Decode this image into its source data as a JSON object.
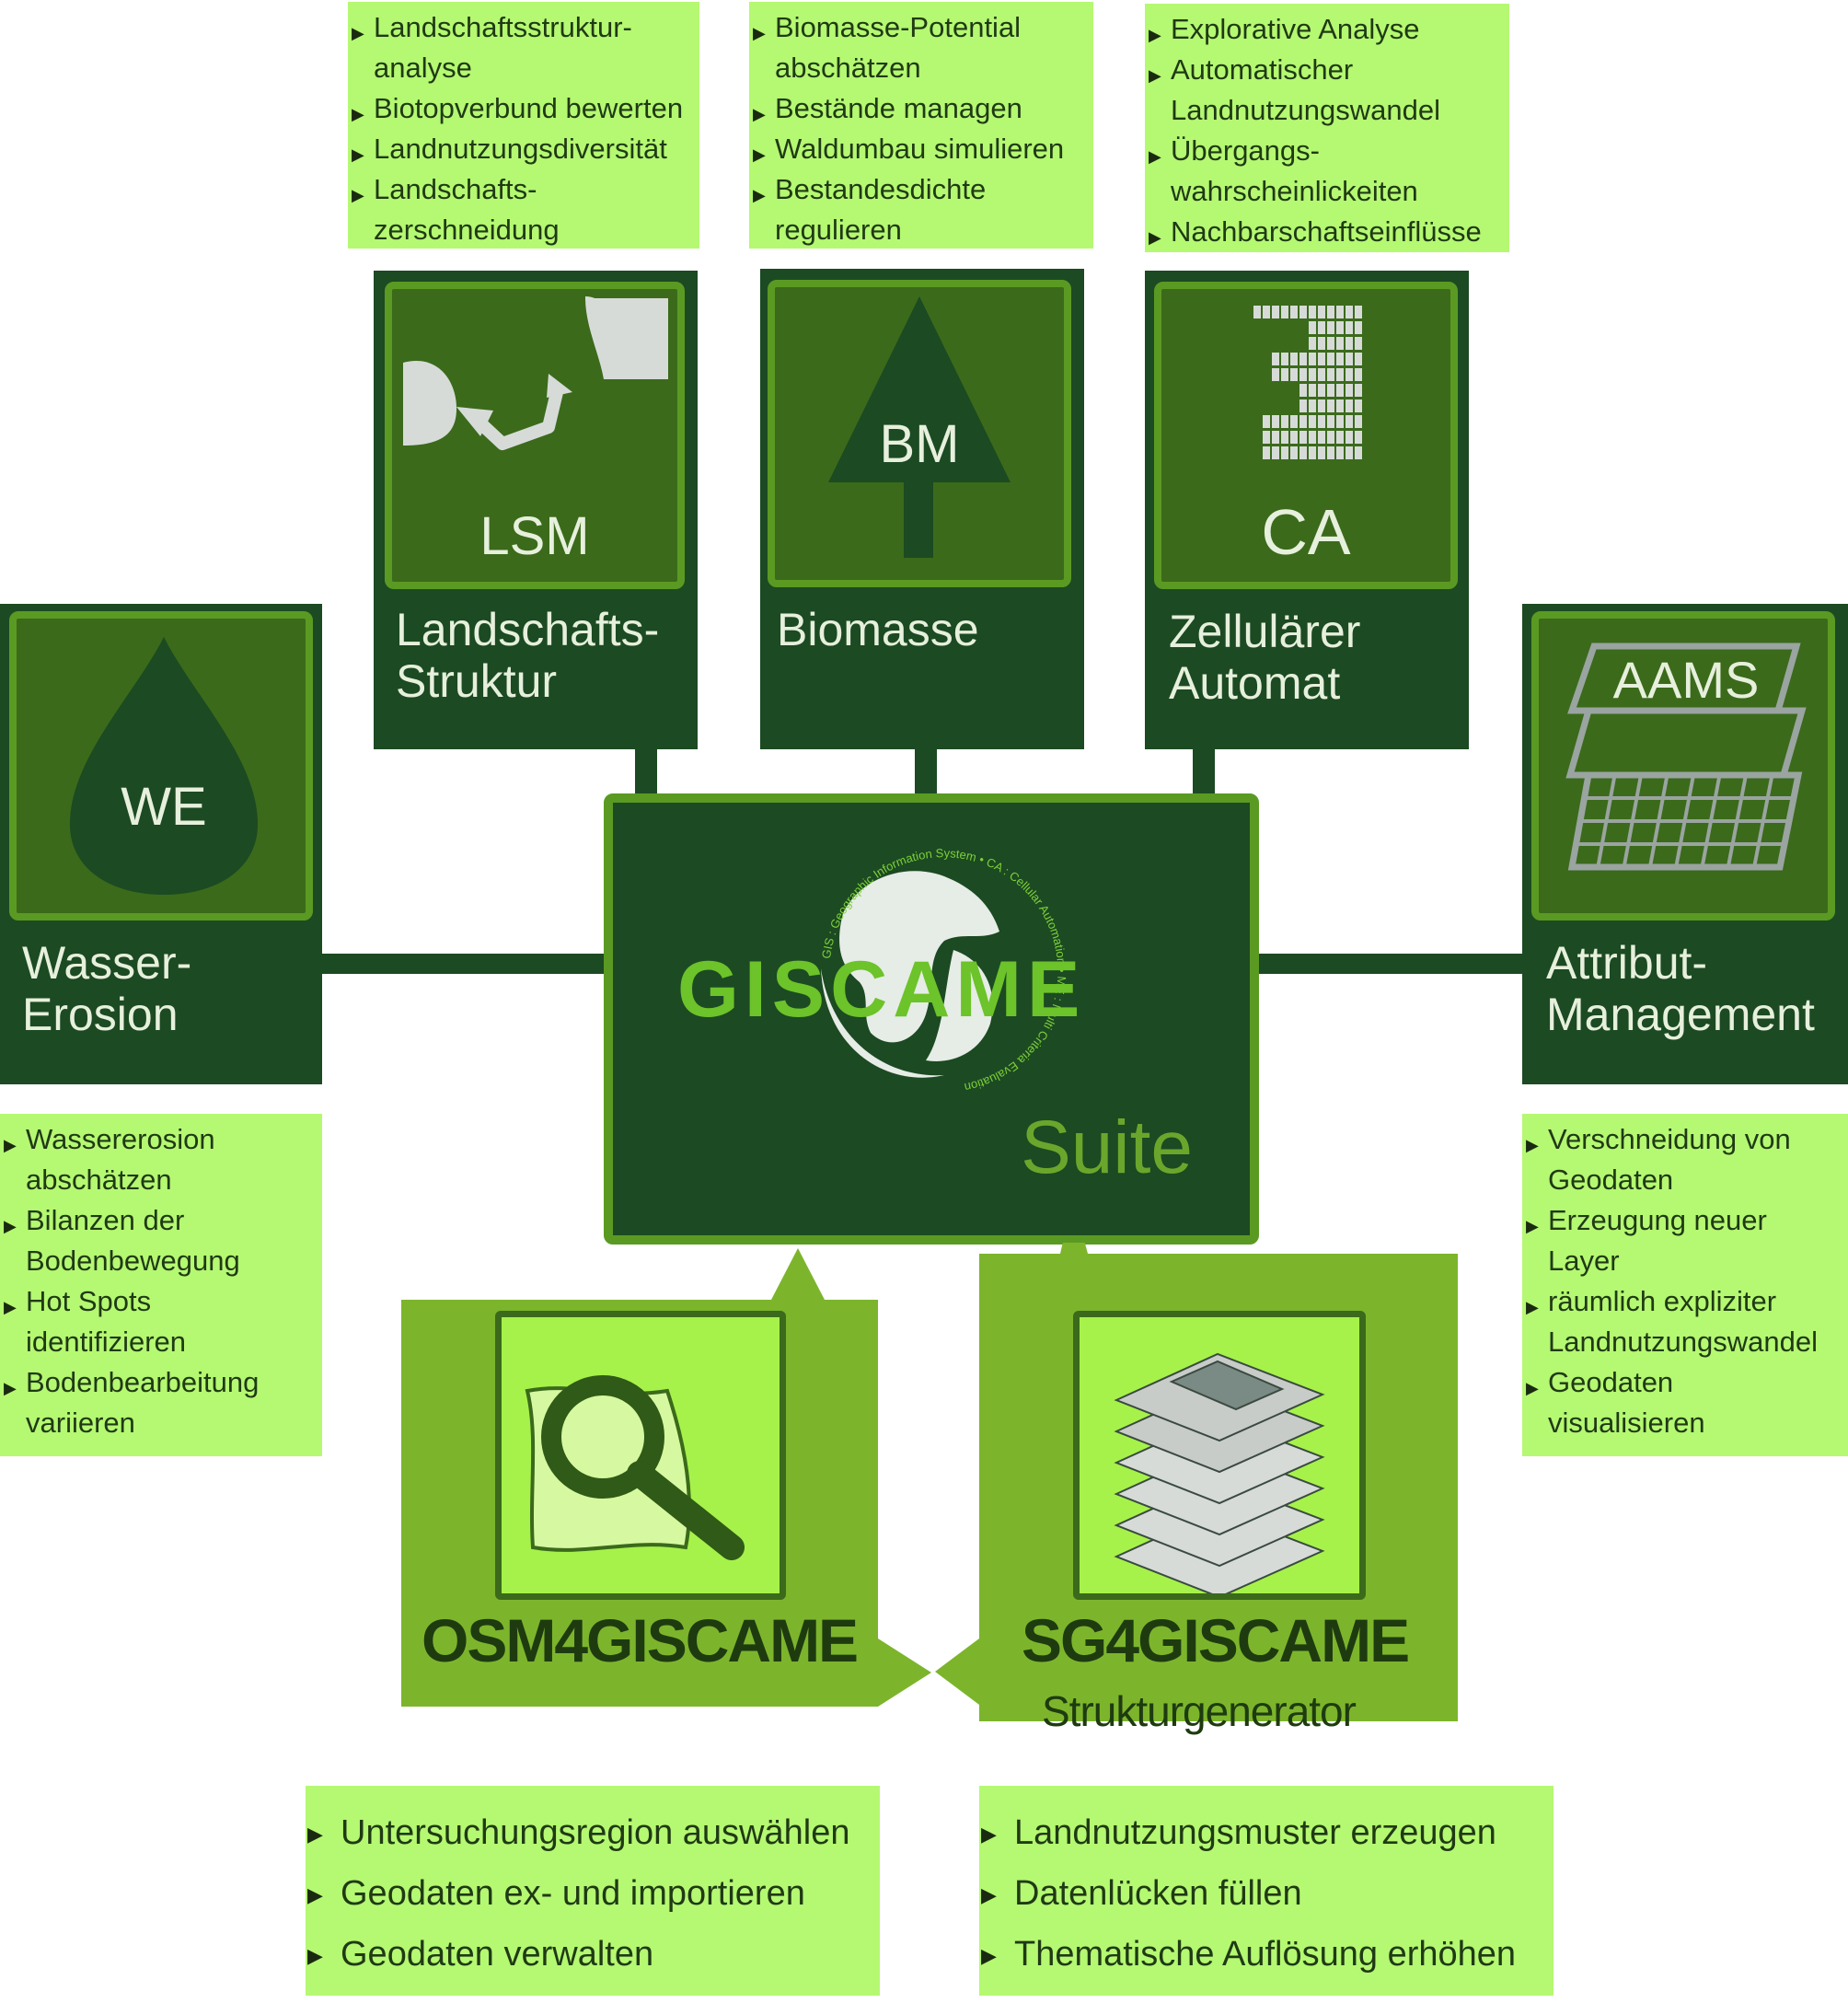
{
  "center": {
    "logo_text": "GISCAME",
    "suite_text": "Suite",
    "ring_text": "GIS : Geographic Information System • CA : Cellular Automation • ME : Multi Criteria Evaluation"
  },
  "modules": {
    "we": {
      "icon_label": "WE",
      "title_line1": "Wasser-",
      "title_line2": "Erosion",
      "features": [
        "Wassererosion",
        "abschätzen",
        "Bilanzen der",
        "Bodenbewegung",
        "Hot Spots",
        "identifizieren",
        "Bodenbearbeitung",
        "variieren"
      ]
    },
    "lsm": {
      "icon_label": "LSM",
      "title_line1": "Landschafts-",
      "title_line2": "Struktur",
      "features": [
        "Landschaftsstruktur-",
        "analyse",
        "Biotopverbund bewerten",
        "Landnutzungsdiversität",
        "Landschafts-",
        "zerschneidung"
      ]
    },
    "bm": {
      "icon_label": "BM",
      "title_line1": "Biomasse",
      "title_line2": "",
      "features": [
        "Biomasse-Potential",
        "abschätzen",
        "Bestände managen",
        "Waldumbau simulieren",
        "Bestandesdichte",
        "regulieren"
      ]
    },
    "ca": {
      "icon_label": "CA",
      "title_line1": "Zellulärer",
      "title_line2": "Automat",
      "features": [
        "Explorative Analyse",
        "Automatischer",
        "Landnutzungswandel",
        "Übergangs-",
        "wahrscheinlickeiten",
        "Nachbarschaftseinflüsse"
      ]
    },
    "aams": {
      "icon_label": "AAMS",
      "title_line1": "Attribut-",
      "title_line2": "Management",
      "features": [
        "Verschneidung von",
        "Geodaten",
        "Erzeugung neuer",
        "Layer",
        "räumlich expliziter",
        "Landnutzungswandel",
        "Geodaten",
        "visualisieren"
      ]
    }
  },
  "osm": {
    "title": "OSM4GISCAME",
    "features": [
      "Untersuchungsregion auswählen",
      "Geodaten ex- und importieren",
      "Geodaten verwalten"
    ]
  },
  "sg": {
    "title": "SG4GISCAME",
    "subtitle": "Strukturgenerator",
    "features": [
      "Landnutzungsmuster erzeugen",
      "Datenlücken füllen",
      "Thematische Auflösung erhöhen"
    ]
  },
  "colors": {
    "dark_green": "#1c4a22",
    "mid_green": "#3b6a1b",
    "frame_green": "#5a9a22",
    "light_green": "#b5f872",
    "lime": "#7cb52c",
    "bright_lime": "#a6f24a",
    "logo_green": "#6cc32a"
  },
  "icons": [
    "water-drop-icon",
    "landscape-arrow-icon",
    "tree-icon",
    "cell-grid-icon",
    "layers-icon",
    "magnifier-map-icon",
    "stacked-layers-icon",
    "globe-icon"
  ]
}
